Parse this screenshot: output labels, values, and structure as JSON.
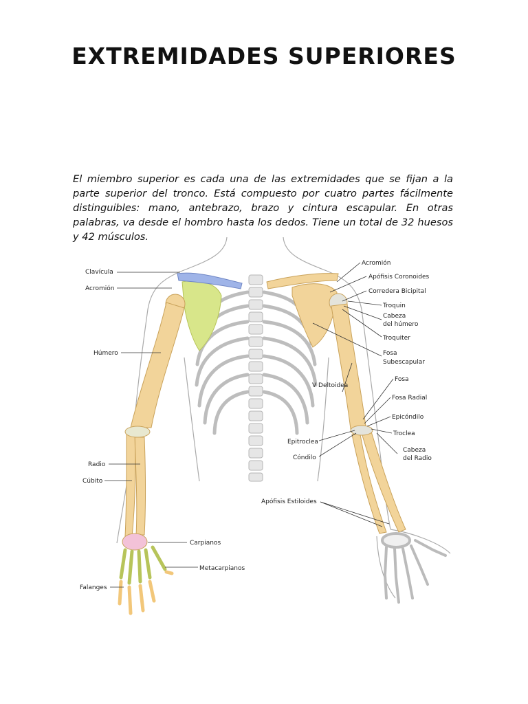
{
  "document": {
    "title": "EXTREMIDADES SUPERIORES",
    "intro": "El miembro superior es cada una de las extremidades que se fijan a la parte superior del tronco. Está compuesto por cuatro partes fácilmente distinguibles: mano, antebrazo, brazo y cintura escapular. En otras palabras, va desde el hombro hasta los dedos. Tiene un total de 32 huesos y 42 músculos."
  },
  "figure": {
    "labels": {
      "clavicula": "Clavícula",
      "acromion_left": "Acromión",
      "humero": "Húmero",
      "radio": "Radio",
      "cubito": "Cúbito",
      "carpianos": "Carpianos",
      "metacarpianos": "Metacarpianos",
      "falanges": "Falanges",
      "acromion_right": "Acromión",
      "apofisis_coronoides": "Apófisis Coronoides",
      "corredera_bicipital": "Corredera Bicipital",
      "troquin": "Troquin",
      "cabeza_humero_1": "Cabeza",
      "cabeza_humero_2": "del húmero",
      "troquiter": "Troquiter",
      "fosa_sub_1": "Fosa",
      "fosa_sub_2": "Subescapular",
      "v_deltoidea": "V Deltoidea",
      "fosa": "Fosa",
      "fosa_radial": "Fosa Radial",
      "epicondilo": "Epicóndilo",
      "epitroclea": "Epitroclea",
      "troclea": "Troclea",
      "condilo": "Cóndilo",
      "cabeza_radio_1": "Cabeza",
      "cabeza_radio_2": "del Radio",
      "apofisis_estiloides": "Apófisis Estiloides"
    },
    "colors": {
      "bone": "#f2d49a",
      "bone_stroke": "#c9a25a",
      "scapula_green": "#d8e68a",
      "clavicle_blue": "#9fb4e8",
      "carpal_pink": "#e07aa8",
      "rib_gray": "#bbbbbb",
      "outline": "#999999",
      "leader": "#333333"
    }
  }
}
